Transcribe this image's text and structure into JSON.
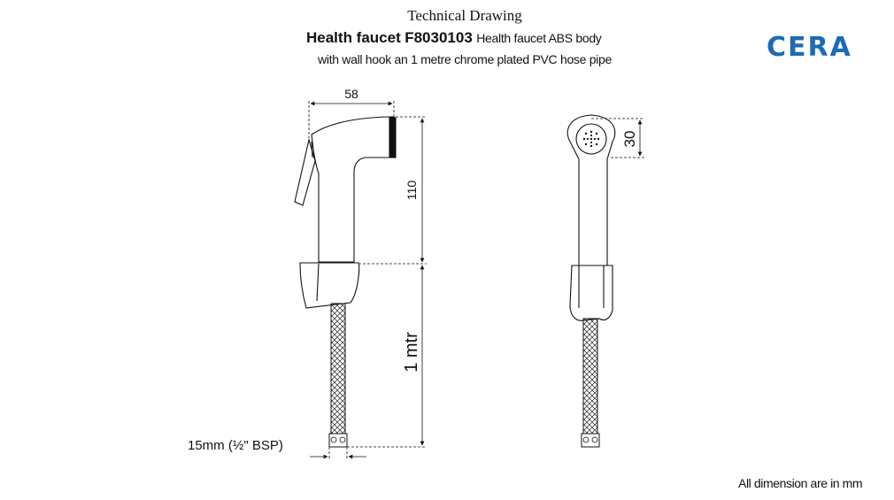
{
  "header": {
    "title": "Technical Drawing",
    "product_name": "Health faucet",
    "model_code": "F8030103",
    "description_line1": "Health faucet ABS body",
    "description_line2": "with wall hook an 1 metre chrome plated PVC hose pipe"
  },
  "brand": {
    "logo_text": "CERA",
    "color": "#1e6ab4"
  },
  "dimensions": {
    "width": "58",
    "head_height": "110",
    "hose_length": "1 mtr",
    "nozzle_diameter": "30",
    "thread_label": "15mm (½\" BSP)"
  },
  "footer": {
    "note": "All dimension are in mm"
  }
}
